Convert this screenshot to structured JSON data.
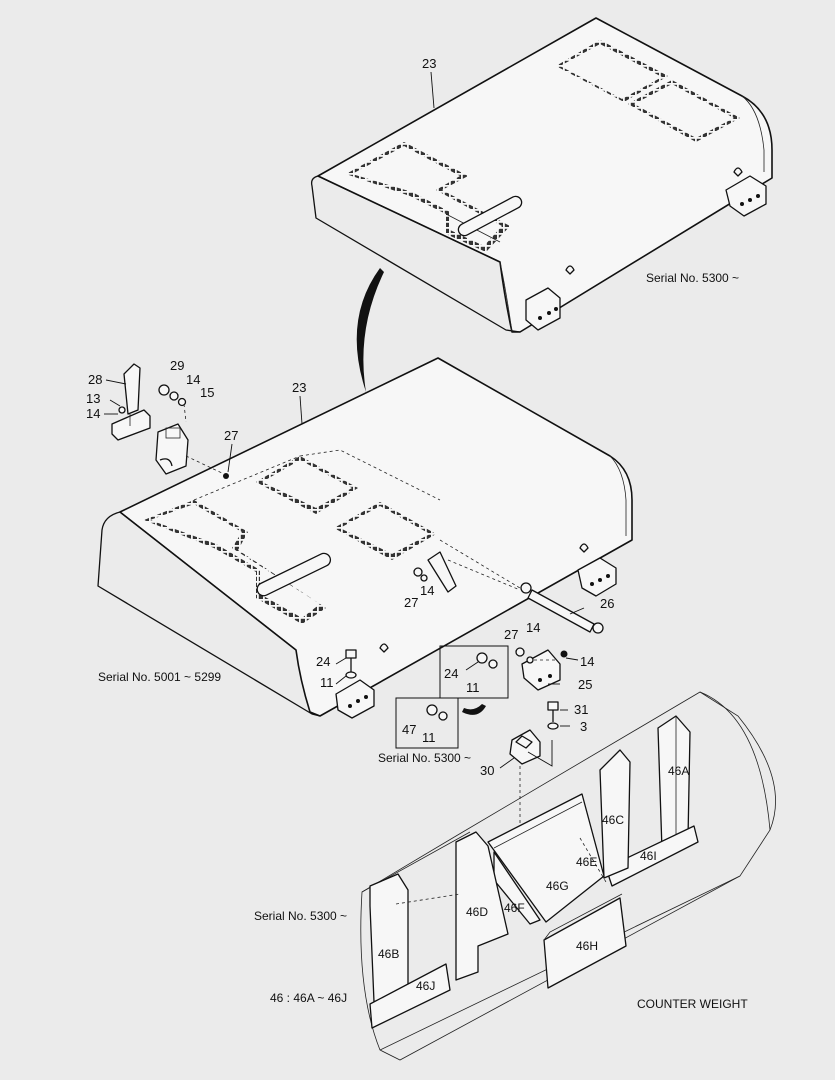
{
  "labels": {
    "p23_top": "23",
    "serial_5300_top": "Serial No. 5300 ~",
    "p28": "28",
    "p29": "29",
    "p14_a": "14",
    "p15": "15",
    "p13": "13",
    "p14_b": "14",
    "p27_a": "27",
    "p23_mid": "23",
    "p27_b": "27",
    "p14_c": "14",
    "p26": "26",
    "p27_c": "27",
    "p14_d": "14",
    "p14_e": "14",
    "p24_a": "24",
    "p11_a": "11",
    "p24_b": "24",
    "p11_b": "11",
    "p25": "25",
    "serial_5001": "Serial No. 5001 ~ 5299",
    "p47": "47",
    "p11_c": "11",
    "serial_5300_mid": "Serial No. 5300 ~",
    "p31": "31",
    "p3": "3",
    "p30": "30",
    "p46A": "46A",
    "p46C": "46C",
    "p46E": "46E",
    "p46I": "46I",
    "p46G": "46G",
    "p46F": "46F",
    "p46D": "46D",
    "p46H": "46H",
    "p46B": "46B",
    "p46J": "46J",
    "serial_5300_bot": "Serial No. 5300 ~",
    "p46_range": "46 : 46A ~ 46J",
    "counter_weight": "COUNTER WEIGHT"
  }
}
